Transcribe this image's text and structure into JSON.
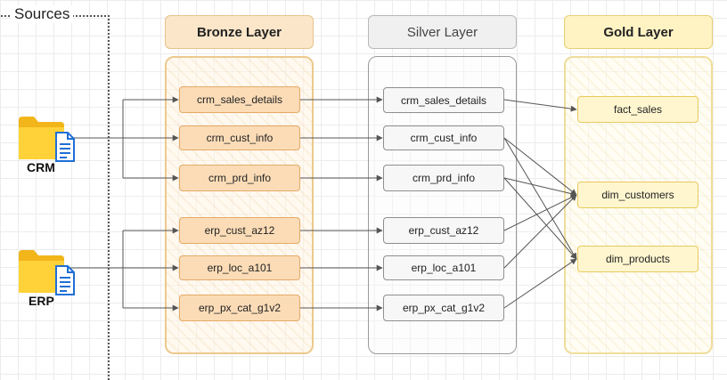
{
  "sources": {
    "label": "Sources"
  },
  "source_systems": [
    {
      "id": "crm",
      "label": "CRM",
      "icon": "folder-document-icon"
    },
    {
      "id": "erp",
      "label": "ERP",
      "icon": "folder-document-icon"
    }
  ],
  "layers": {
    "bronze": {
      "title": "Bronze Layer",
      "tables": [
        "crm_sales_details",
        "crm_cust_info",
        "crm_prd_info",
        "erp_cust_az12",
        "erp_loc_a101",
        "erp_px_cat_g1v2"
      ]
    },
    "silver": {
      "title": "Silver Layer",
      "tables": [
        "crm_sales_details",
        "crm_cust_info",
        "crm_prd_info",
        "erp_cust_az12",
        "erp_loc_a101",
        "erp_px_cat_g1v2"
      ]
    },
    "gold": {
      "title": "Gold Layer",
      "tables": [
        "fact_sales",
        "dim_customers",
        "dim_products"
      ]
    }
  },
  "edges": [
    {
      "from": "source.crm",
      "to": "bronze.crm_sales_details"
    },
    {
      "from": "source.crm",
      "to": "bronze.crm_cust_info"
    },
    {
      "from": "source.crm",
      "to": "bronze.crm_prd_info"
    },
    {
      "from": "source.erp",
      "to": "bronze.erp_cust_az12"
    },
    {
      "from": "source.erp",
      "to": "bronze.erp_loc_a101"
    },
    {
      "from": "source.erp",
      "to": "bronze.erp_px_cat_g1v2"
    },
    {
      "from": "bronze.crm_sales_details",
      "to": "silver.crm_sales_details"
    },
    {
      "from": "bronze.crm_cust_info",
      "to": "silver.crm_cust_info"
    },
    {
      "from": "bronze.crm_prd_info",
      "to": "silver.crm_prd_info"
    },
    {
      "from": "bronze.erp_cust_az12",
      "to": "silver.erp_cust_az12"
    },
    {
      "from": "bronze.erp_loc_a101",
      "to": "silver.erp_loc_a101"
    },
    {
      "from": "bronze.erp_px_cat_g1v2",
      "to": "silver.erp_px_cat_g1v2"
    },
    {
      "from": "silver.crm_sales_details",
      "to": "gold.fact_sales"
    },
    {
      "from": "silver.crm_cust_info",
      "to": "gold.dim_customers"
    },
    {
      "from": "silver.crm_cust_info",
      "to": "gold.dim_products"
    },
    {
      "from": "silver.crm_prd_info",
      "to": "gold.dim_customers"
    },
    {
      "from": "silver.crm_prd_info",
      "to": "gold.dim_products"
    },
    {
      "from": "silver.erp_cust_az12",
      "to": "gold.dim_customers"
    },
    {
      "from": "silver.erp_loc_a101",
      "to": "gold.dim_customers"
    },
    {
      "from": "silver.erp_px_cat_g1v2",
      "to": "gold.dim_products"
    }
  ],
  "colors": {
    "bronze": "#fbdcb7",
    "silver": "#f7f7f7",
    "gold": "#fff6cf",
    "arrow": "#555555"
  }
}
